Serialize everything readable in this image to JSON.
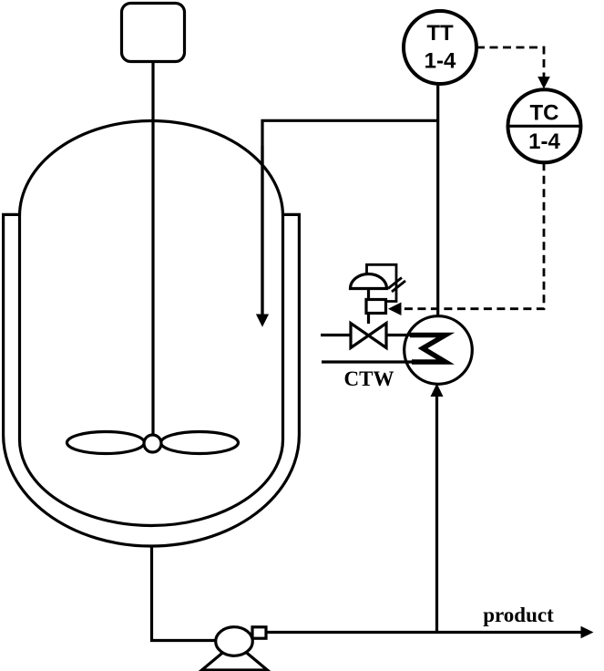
{
  "diagram": {
    "kind": "process-and-instrumentation-diagram",
    "description": "Jacketed stirred-tank reactor with pump-around cooling loop, cooler and temperature control",
    "colors": {
      "line": "#000000",
      "background": "#ffffff"
    },
    "instruments": {
      "transmitter": {
        "line1": "TT",
        "line2": "1-4"
      },
      "controller": {
        "line1": "TC",
        "line2": "1-4"
      }
    },
    "labels": {
      "coolant_supply": "CTW",
      "product_stream": "product"
    }
  }
}
